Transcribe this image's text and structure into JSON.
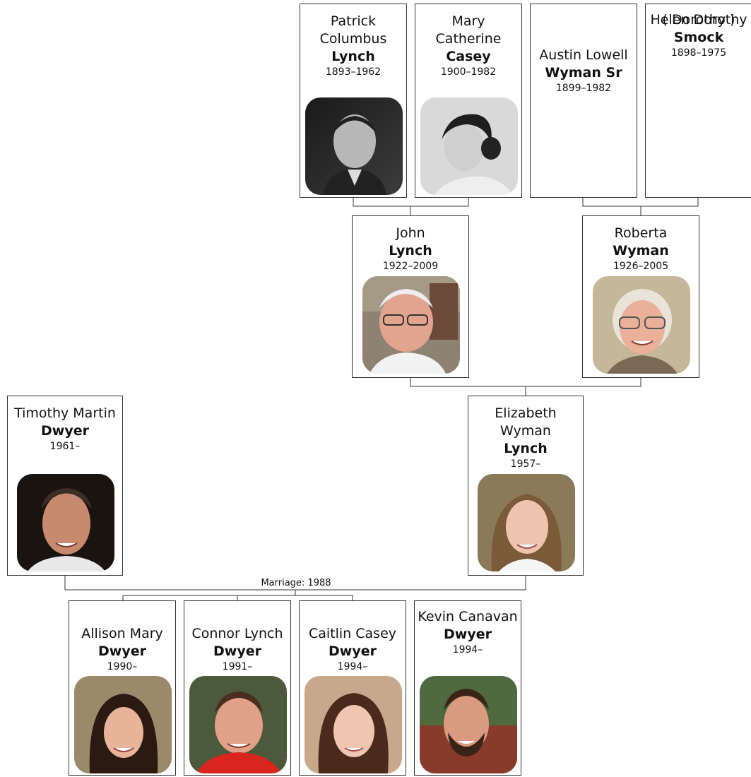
{
  "people": {
    "patrick": {
      "given": "Patrick Columbus",
      "nickname": "",
      "surname": "Lynch",
      "dates": "1893–1962"
    },
    "mary": {
      "given": "Mary Catherine",
      "nickname": "",
      "surname": "Casey",
      "dates": "1900–1982"
    },
    "austin": {
      "given": "Austin Lowell",
      "nickname": "",
      "surname": "Wyman Sr",
      "dates": "1899–1982"
    },
    "helen": {
      "given": "Helen Dorothy",
      "nickname": "( Dorothy )",
      "surname": "Smock",
      "dates": "1898–1975"
    },
    "john": {
      "given": "John",
      "nickname": "",
      "surname": "Lynch",
      "dates": "1922–2009"
    },
    "roberta": {
      "given": "Roberta",
      "nickname": "",
      "surname": "Wyman",
      "dates": "1926–2005"
    },
    "timothy": {
      "given": "Timothy Martin",
      "nickname": "",
      "surname": "Dwyer",
      "dates": "1961–"
    },
    "elizabeth": {
      "given": "Elizabeth Wyman",
      "nickname": "",
      "surname": "Lynch",
      "dates": "1957–"
    },
    "allison": {
      "given": "Allison Mary",
      "nickname": "",
      "surname": "Dwyer",
      "dates": "1990–"
    },
    "connor": {
      "given": "Connor Lynch",
      "nickname": "",
      "surname": "Dwyer",
      "dates": "1991–"
    },
    "caitlin": {
      "given": "Caitlin Casey",
      "nickname": "",
      "surname": "Dwyer",
      "dates": "1994–"
    },
    "kevin": {
      "given": "Kevin Canavan",
      "nickname": "",
      "surname": "Dwyer",
      "dates": "1994–"
    }
  },
  "marriage_label": "Marriage: 1988",
  "colors": {
    "border": "#333333",
    "line": "#333333",
    "background": "#ffffff"
  }
}
